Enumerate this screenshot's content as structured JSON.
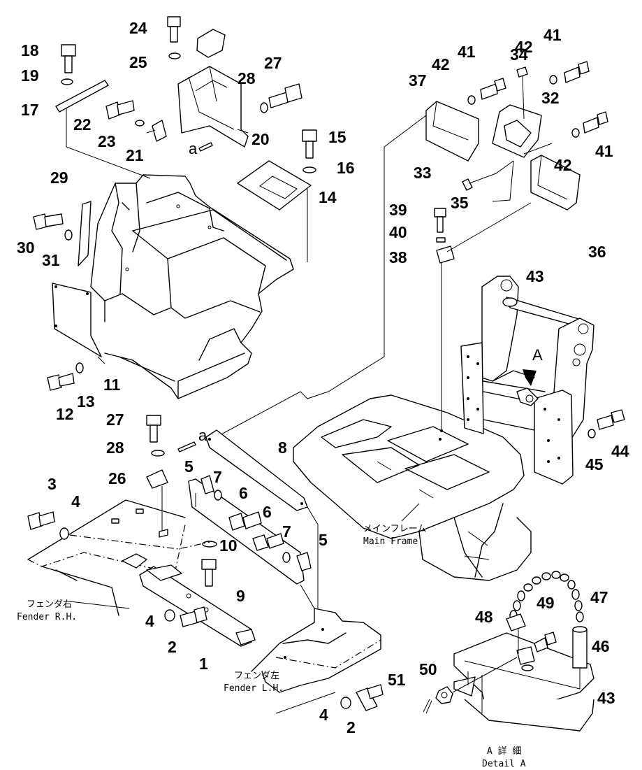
{
  "labels": {
    "main_frame_jp": "メインフレーム",
    "main_frame_en": "Main Frame",
    "fender_rh_jp": "フェンダ右",
    "fender_rh_en": "Fender R.H.",
    "fender_lh_jp": "フェンダ左",
    "fender_lh_en": "Fender L.H.",
    "detail_jp": "A 詳 細",
    "detail_en": "Detail A",
    "ref_a": "a",
    "view_a": "A"
  },
  "callouts": {
    "n1": "1",
    "n2": "2",
    "n3": "3",
    "n4": "4",
    "n5": "5",
    "n6": "6",
    "n7": "7",
    "n8": "8",
    "n9": "9",
    "n10": "10",
    "n11": "11",
    "n12": "12",
    "n13": "13",
    "n14": "14",
    "n15": "15",
    "n16": "16",
    "n17": "17",
    "n18": "18",
    "n19": "19",
    "n20": "20",
    "n21": "21",
    "n22": "22",
    "n23": "23",
    "n24": "24",
    "n25": "25",
    "n26": "26",
    "n27": "27",
    "n28": "28",
    "n29": "29",
    "n30": "30",
    "n31": "31",
    "n32": "32",
    "n33": "33",
    "n34": "34",
    "n35": "35",
    "n36": "36",
    "n37": "37",
    "n38": "38",
    "n39": "39",
    "n40": "40",
    "n41": "41",
    "n42": "42",
    "n43": "43",
    "n44": "44",
    "n45": "45",
    "n46": "46",
    "n47": "47",
    "n48": "48",
    "n49": "49",
    "n50": "50",
    "n51": "51"
  }
}
